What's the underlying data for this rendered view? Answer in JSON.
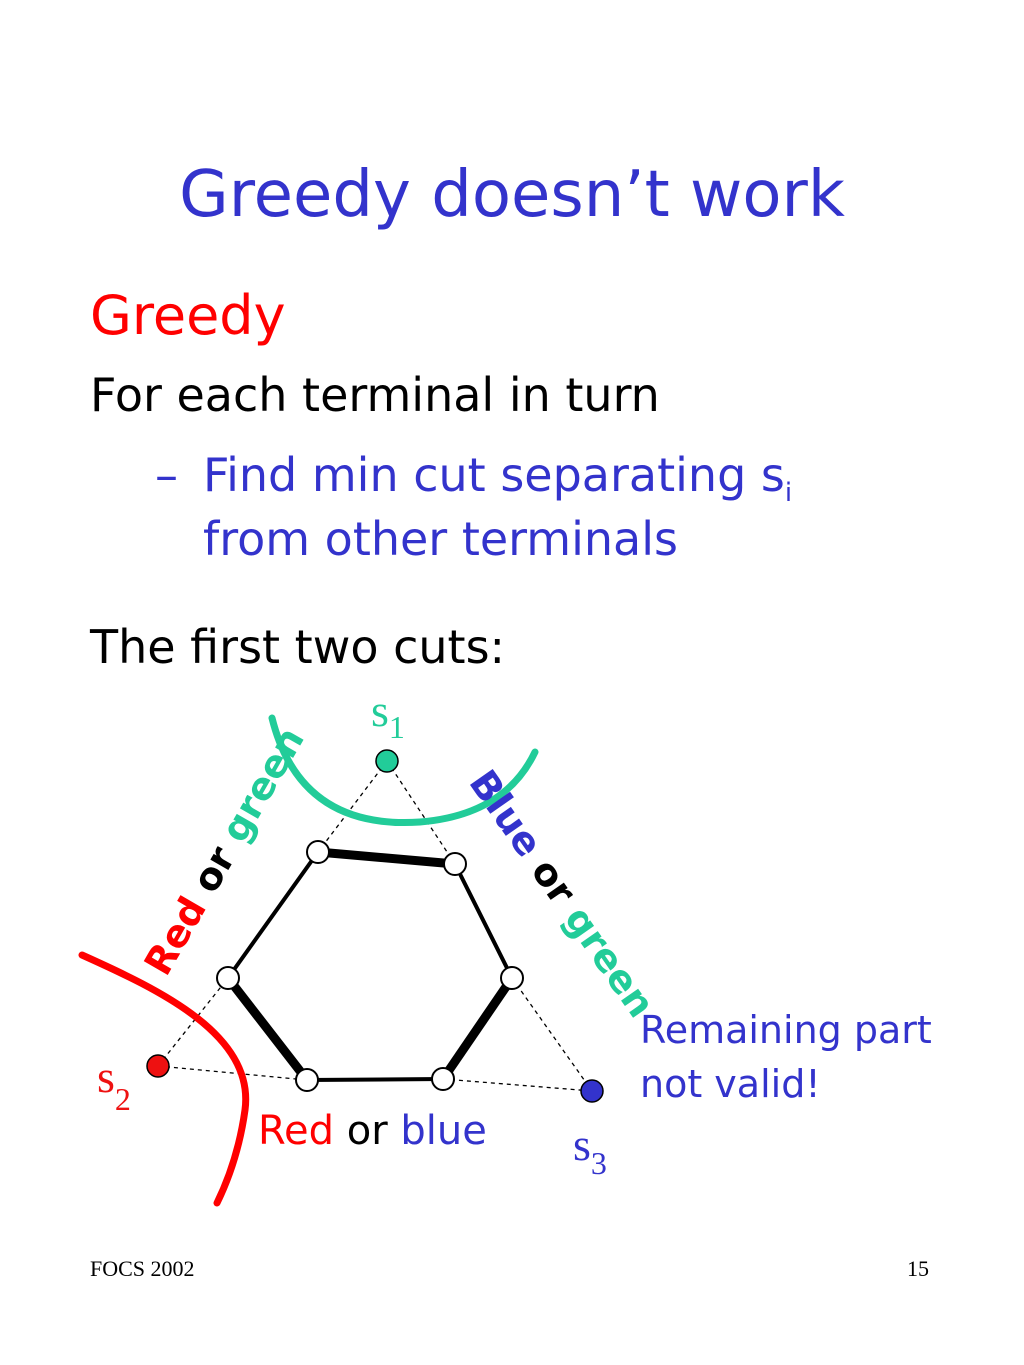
{
  "title": "Greedy doesn’t work",
  "heading": "Greedy",
  "line1": "For each terminal in turn",
  "bullet": {
    "dash": "–",
    "text1": "Find min cut separating s",
    "text1_sub": "i",
    "text2": "from other terminals"
  },
  "line2": "The first two cuts:",
  "diagram": {
    "terminals": [
      {
        "name": "s",
        "sub": "1",
        "color": "#22cc99"
      },
      {
        "name": "s",
        "sub": "2",
        "color": "#ee1111"
      },
      {
        "name": "s",
        "sub": "3",
        "color": "#3333cc"
      }
    ],
    "cut_labels": {
      "left": {
        "a": "Red",
        "or": "or",
        "b": "green"
      },
      "right": {
        "a": "Blue",
        "or": "or",
        "b": "green"
      },
      "bottom": {
        "a": "Red",
        "or": "or",
        "b": "blue"
      }
    },
    "remark_line1": "Remaining part",
    "remark_line2": "not valid!",
    "colors": {
      "red": "#ff0000",
      "green": "#22cc99",
      "blue": "#3333cc",
      "black": "#000000"
    }
  },
  "footer": {
    "left": "FOCS 2002",
    "right": "15"
  }
}
